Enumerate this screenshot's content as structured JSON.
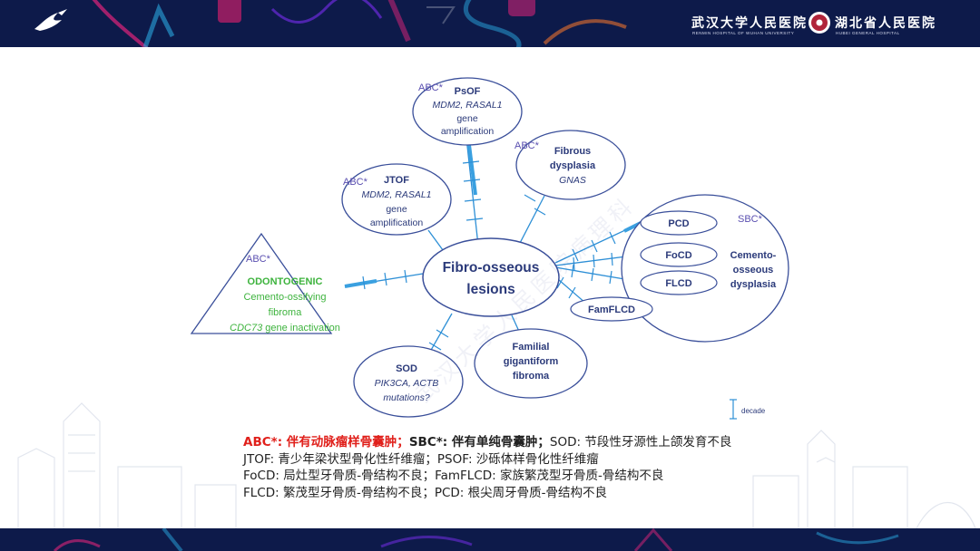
{
  "header": {
    "hospital1_name": "武汉大学人民医院",
    "hospital1_en": "RENMIN HOSPITAL OF WUHAN UNIVERSITY",
    "hospital2_name": "湖北省人民医院",
    "hospital2_en": "HUBEI GENERAL HOSPITAL"
  },
  "colors": {
    "nav_bg": "#0d1a4a",
    "ellipse_stroke": "#3a4f9a",
    "node_text": "#2b3a7a",
    "tag": "#5a4fb0",
    "bar": "#3aa0e0",
    "green": "#3db33d",
    "legend_red": "#e0201b"
  },
  "diagram": {
    "center": {
      "line1": "Fibro-osseous",
      "line2": "lesions"
    },
    "psof": {
      "tag": "ABC*",
      "title": "PsOF",
      "genes": "MDM2, RASAL1",
      "line3": "gene",
      "line4": "amplification"
    },
    "jtof": {
      "tag": "ABC*",
      "title": "JTOF",
      "genes": "MDM2, RASAL1",
      "line3": "gene",
      "line4": "amplification"
    },
    "fd": {
      "tag": "ABC*",
      "title1": "Fibrous",
      "title2": "dysplasia",
      "gene": "GNAS"
    },
    "odontogenic": {
      "tag": "ABC*",
      "title": "ODONTOGENIC",
      "line2": "Cemento-ossifying",
      "line3": "fibroma",
      "gene": "CDC73",
      "gene_suffix": " gene inactivation"
    },
    "cod": {
      "tag": "SBC*",
      "pcd": "PCD",
      "focd": "FoCD",
      "flcd": "FLCD",
      "title1": "Cemento-",
      "title2": "osseous",
      "title3": "dysplasia"
    },
    "famflcd": "FamFLCD",
    "sod": {
      "title": "SOD",
      "genes": "PIK3CA, ACTB",
      "line3": "mutations?"
    },
    "fgf": {
      "line1": "Familial",
      "line2": "gigantiform",
      "line3": "fibroma"
    },
    "scale": "decade",
    "watermark": "武汉大学人民医院病理科"
  },
  "legend": {
    "l1_red": "ABC*: 伴有动脉瘤样骨囊肿；",
    "l1_bold": "SBC*: 伴有单纯骨囊肿；",
    "l1_rest": "SOD: 节段性牙源性上颌发育不良",
    "l2": "JTOF: 青少年梁状型骨化性纤维瘤；PSOF: 沙砾体样骨化性纤维瘤",
    "l3": "FoCD: 局灶型牙骨质-骨结构不良；FamFLCD: 家族繁茂型牙骨质-骨结构不良",
    "l4": "FLCD: 繁茂型牙骨质-骨结构不良；PCD: 根尖周牙骨质-骨结构不良"
  }
}
